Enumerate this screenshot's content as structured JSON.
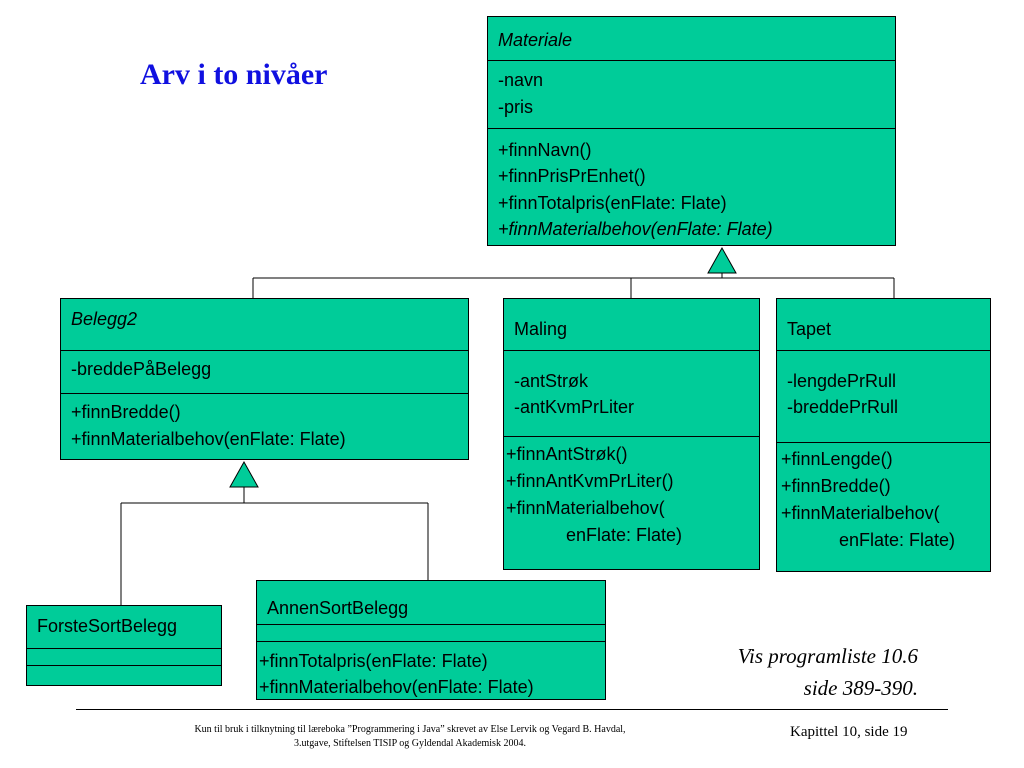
{
  "title": "Arv i to nivåer",
  "classes": {
    "materiale": {
      "name": "Materiale",
      "attributes": [
        "-navn",
        "-pris"
      ],
      "methods": [
        "+finnNavn()",
        "+finnPrisPrEnhet()",
        "+finnTotalpris(enFlate: Flate)",
        "+finnMaterialbehov(enFlate: Flate)"
      ]
    },
    "belegg2": {
      "name": "Belegg2",
      "attributes": [
        "-breddePåBelegg"
      ],
      "methods": [
        "+finnBredde()",
        "+finnMaterialbehov(enFlate: Flate)"
      ]
    },
    "maling": {
      "name": "Maling",
      "attributes": [
        "-antStrøk",
        "-antKvmPrLiter"
      ],
      "methods": [
        "+finnAntStrøk()",
        "+finnAntKvmPrLiter()",
        "+finnMaterialbehov(",
        "enFlate: Flate)"
      ]
    },
    "tapet": {
      "name": "Tapet",
      "attributes": [
        "-lengdePrRull",
        "-breddePrRull"
      ],
      "methods": [
        "+finnLengde()",
        "+finnBredde()",
        "+finnMaterialbehov(",
        "enFlate: Flate)"
      ]
    },
    "forste": {
      "name": "ForsteSortBelegg"
    },
    "annen": {
      "name": "AnnenSortBelegg",
      "methods": [
        "+finnTotalpris(enFlate: Flate)",
        "+finnMaterialbehov(enFlate: Flate)"
      ]
    }
  },
  "note": {
    "line1": "Vis programliste 10.6",
    "line2": "side 389-390."
  },
  "footer": {
    "line1": "Kun til bruk i tilknytning til læreboka ”Programmering i Java” skrevet av Else Lervik og Vegard B. Havdal,",
    "line2": "3.utgave, Stiftelsen TISIP og Gyldendal Akademisk 2004.",
    "page": "Kapittel 10, side 19"
  },
  "colors": {
    "class_fill": "#00cc99",
    "title": "#1010e0"
  }
}
